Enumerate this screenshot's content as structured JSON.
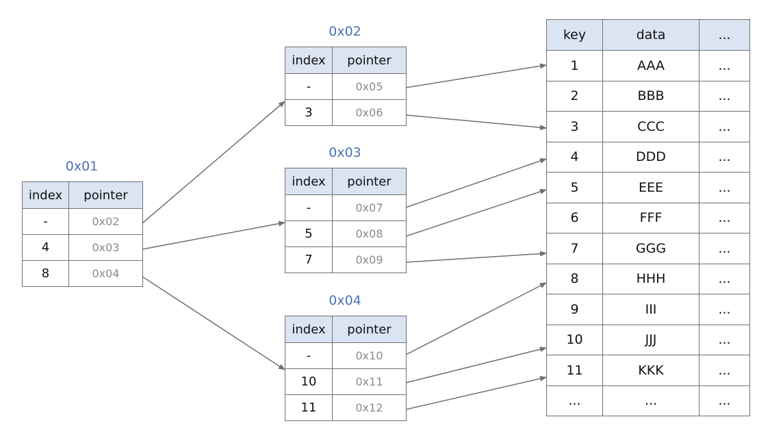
{
  "nodes": {
    "n01": {
      "title": "0x01",
      "headers": [
        "index",
        "pointer"
      ],
      "rows": [
        [
          "-",
          "0x02"
        ],
        [
          "4",
          "0x03"
        ],
        [
          "8",
          "0x04"
        ]
      ]
    },
    "n02": {
      "title": "0x02",
      "headers": [
        "index",
        "pointer"
      ],
      "rows": [
        [
          "-",
          "0x05"
        ],
        [
          "3",
          "0x06"
        ]
      ]
    },
    "n03": {
      "title": "0x03",
      "headers": [
        "index",
        "pointer"
      ],
      "rows": [
        [
          "-",
          "0x07"
        ],
        [
          "5",
          "0x08"
        ],
        [
          "7",
          "0x09"
        ]
      ]
    },
    "n04": {
      "title": "0x04",
      "headers": [
        "index",
        "pointer"
      ],
      "rows": [
        [
          "-",
          "0x10"
        ],
        [
          "10",
          "0x11"
        ],
        [
          "11",
          "0x12"
        ]
      ]
    }
  },
  "data_table": {
    "headers": [
      "key",
      "data",
      "..."
    ],
    "rows": [
      [
        "1",
        "AAA",
        "..."
      ],
      [
        "2",
        "BBB",
        "..."
      ],
      [
        "3",
        "CCC",
        "..."
      ],
      [
        "4",
        "DDD",
        "..."
      ],
      [
        "5",
        "EEE",
        "..."
      ],
      [
        "6",
        "FFF",
        "..."
      ],
      [
        "7",
        "GGG",
        "..."
      ],
      [
        "8",
        "HHH",
        "..."
      ],
      [
        "9",
        "III",
        "..."
      ],
      [
        "10",
        "JJJ",
        "..."
      ],
      [
        "11",
        "KKK",
        "..."
      ],
      [
        "...",
        "...",
        "..."
      ]
    ]
  },
  "colors": {
    "title": "#4a72b0",
    "header_fill": "#dbe4f3",
    "border": "#707070",
    "pointer_text": "#8a8a8a",
    "arrow": "#707070"
  }
}
